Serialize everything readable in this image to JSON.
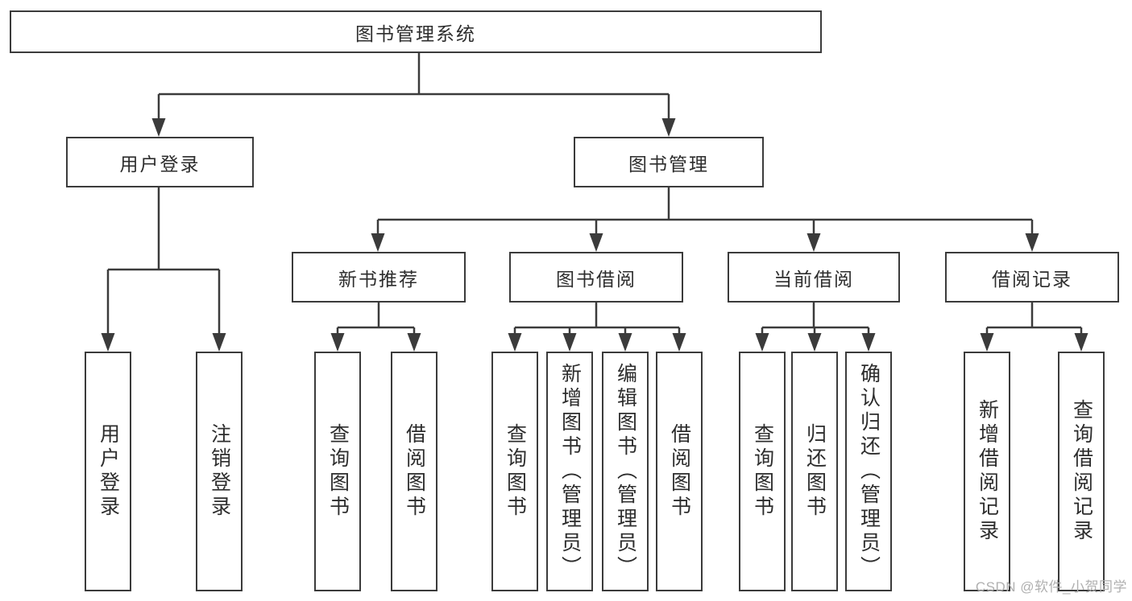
{
  "diagram": {
    "colors": {
      "line": "#3b3b3b",
      "box_border": "#3b3b3b",
      "text": "#2d2d2d",
      "watermark_text": "#b0b0b0",
      "background": "#ffffff"
    },
    "root": {
      "label": "图书管理系统"
    },
    "branches": [
      {
        "label": "用户登录",
        "children": [
          {
            "label": "用户登录"
          },
          {
            "label": "注销登录"
          }
        ]
      },
      {
        "label": "图书管理",
        "children": [
          {
            "label": "新书推荐",
            "children": [
              {
                "label": "查询图书"
              },
              {
                "label": "借阅图书"
              }
            ]
          },
          {
            "label": "图书借阅",
            "children": [
              {
                "label": "查询图书"
              },
              {
                "label": "新增图书（管理员）"
              },
              {
                "label": "编辑图书（管理员）"
              },
              {
                "label": "借阅图书"
              }
            ]
          },
          {
            "label": "当前借阅",
            "children": [
              {
                "label": "查询图书"
              },
              {
                "label": "归还图书"
              },
              {
                "label": "确认归还（管理员）"
              }
            ]
          },
          {
            "label": "借阅记录",
            "children": [
              {
                "label": "新增借阅记录"
              },
              {
                "label": "查询借阅记录"
              }
            ]
          }
        ]
      }
    ],
    "watermark": {
      "label": "CSDN @软件_小贺同学"
    }
  }
}
